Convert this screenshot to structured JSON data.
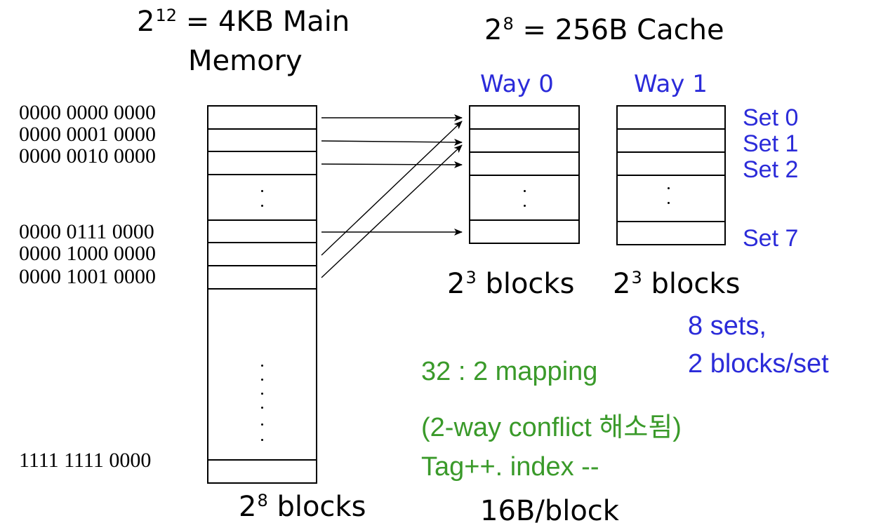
{
  "title_memory": {
    "base": "2",
    "exp": "12",
    "rest": " = 4KB Main",
    "line2": "Memory"
  },
  "title_cache": {
    "base": "2",
    "exp": "8",
    "rest": " = 256B Cache"
  },
  "ways": [
    "Way 0",
    "Way 1"
  ],
  "sets": [
    "Set 0",
    "Set 1",
    "Set 2",
    "Set 7"
  ],
  "addresses": [
    "0000 0000 0000",
    "0000 0001 0000",
    "0000 0010 0000",
    "0000 0111 0000",
    "0000 1000 0000",
    "0000 1001 0000",
    "1111 1111 0000"
  ],
  "memory_blocks": {
    "base": "2",
    "exp": "8",
    "rest": " blocks"
  },
  "way_blocks": {
    "base": "2",
    "exp": "3",
    "rest": " blocks"
  },
  "cache_info": {
    "line1": "8 sets,",
    "line2": "2 blocks/set"
  },
  "notes": [
    "32 : 2 mapping",
    "(2-way conflict 해소됨)",
    "Tag++. index --"
  ],
  "block_size": "16B/block"
}
